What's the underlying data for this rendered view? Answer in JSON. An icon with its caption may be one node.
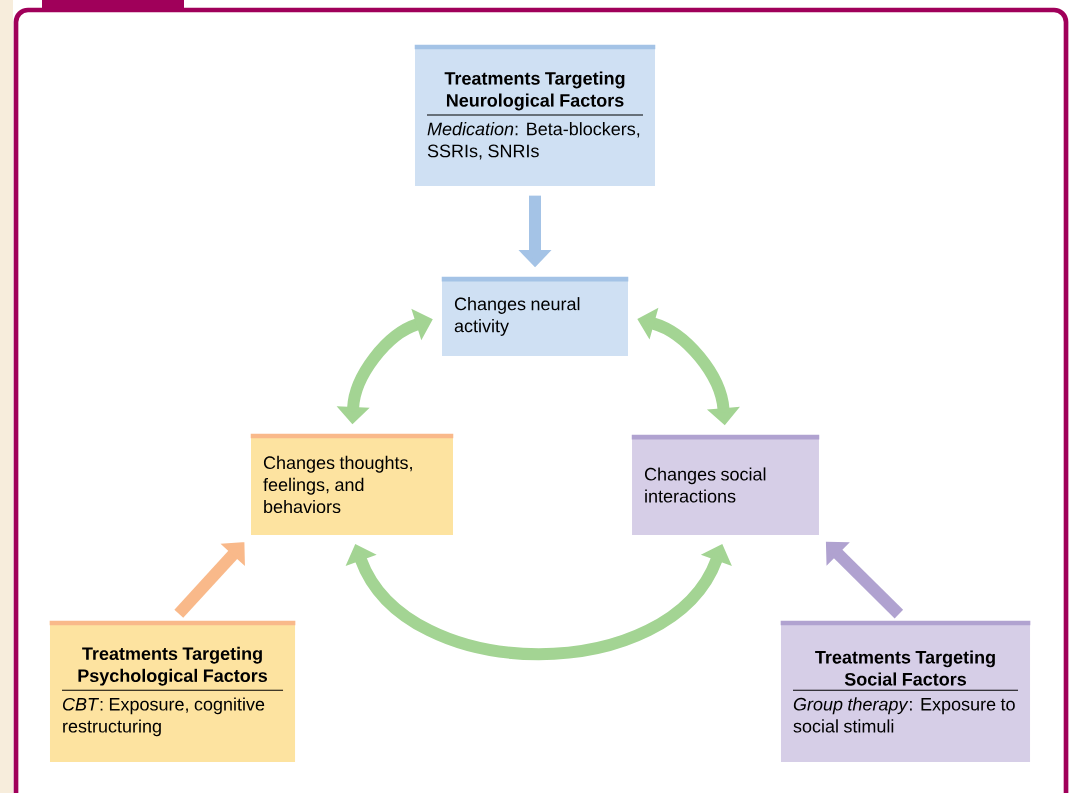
{
  "diagram": {
    "nodes": [
      {
        "text": [
          "Treatments Targeting Neurological Factors",
          "*Medication*: Beta-blockers, SSRIs, SNRIs"
        ]
      },
      {
        "text": [
          "Changes neural activity"
        ]
      },
      {
        "text": [
          "Changes thoughts, feelings, and behaviors"
        ]
      },
      {
        "text": [
          "Changes social interactions"
        ]
      },
      {
        "text": [
          "Treatments Targeting Psychological Factors",
          "*CBT*: Exposure, cognitive restructuring"
        ]
      },
      {
        "text": [
          "Treatments Targeting Social Factors",
          "*Group therapy*: Exposure to social stimuli"
        ]
      }
    ],
    "edges": [
      {
        "from": 0,
        "to": 1,
        "arrow": "to",
        "color": "#a4c3e6"
      },
      {
        "from": 1,
        "to": 2,
        "arrow": "both"
      },
      {
        "from": 1,
        "to": 3,
        "arrow": "both"
      },
      {
        "from": 2,
        "to": 3,
        "arrow": "both"
      },
      {
        "from": 4,
        "to": 2,
        "arrow": "to",
        "color": "#f9b98a"
      },
      {
        "from": 5,
        "to": 3,
        "arrow": "to",
        "color": "#b0a2d0"
      }
    ]
  }
}
